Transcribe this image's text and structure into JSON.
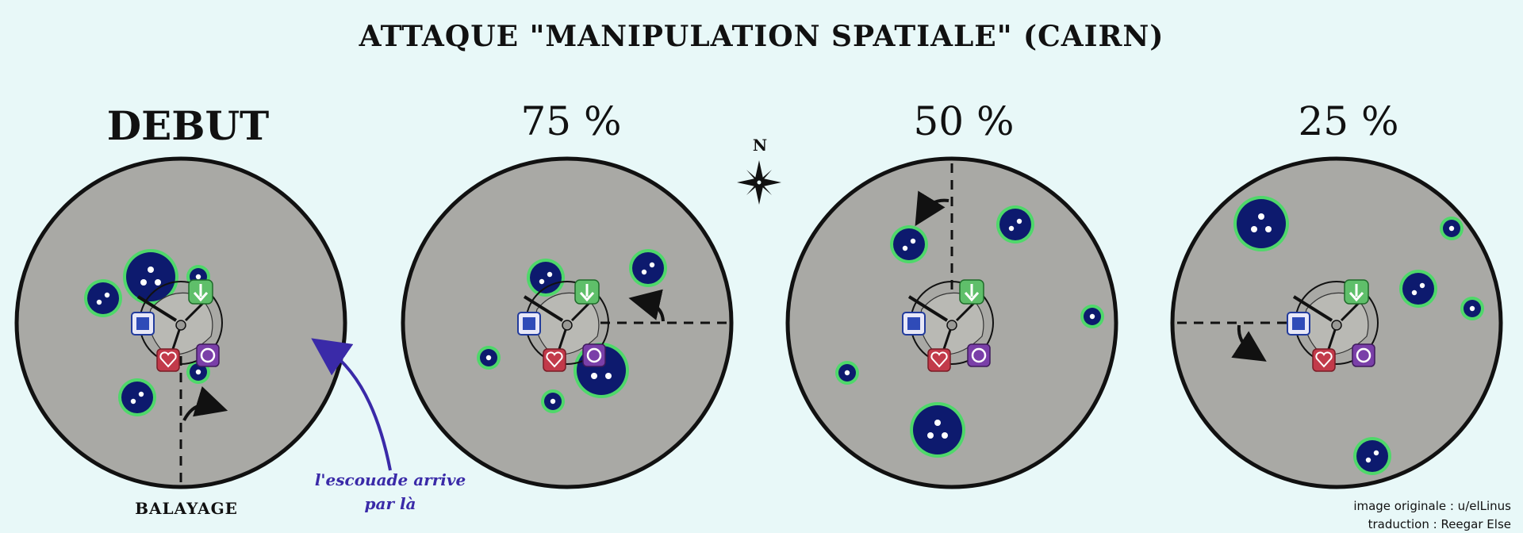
{
  "title": "ATTAQUE \"MANIPULATION SPATIALE\" (CAIRN)",
  "compass_label": "N",
  "phases": [
    {
      "label": "DEBUT"
    },
    {
      "label": "75 %"
    },
    {
      "label": "50 %"
    },
    {
      "label": "25 %"
    }
  ],
  "sweep_label": "BALAYAGE",
  "squad_note": {
    "line1": "l'escouade arrive",
    "line2": "par là"
  },
  "credits": {
    "line1": "image originale : u/elLinus",
    "line2": "traduction : Reegar Else"
  },
  "colors": {
    "background": "#e8f8f8",
    "arena": "#a9a9a5",
    "orb_fill": "#0d1a6e",
    "orb_ring": "#4fd86a",
    "note": "#3a2aa8"
  },
  "icons": [
    "arrow-down-icon",
    "square-icon",
    "heart-icon",
    "circle-icon",
    "compass-icon"
  ]
}
